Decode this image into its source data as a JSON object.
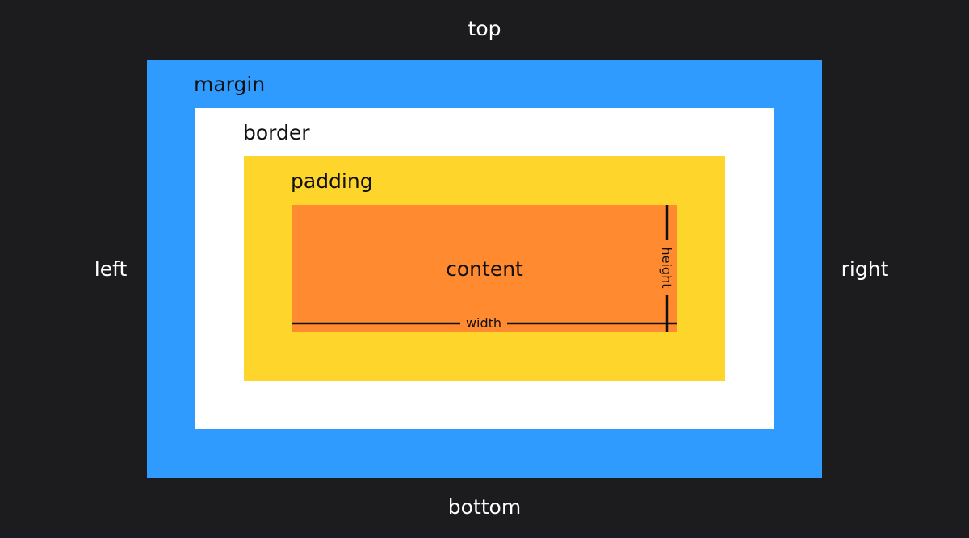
{
  "sides": {
    "top": "top",
    "bottom": "bottom",
    "left": "left",
    "right": "right"
  },
  "layers": {
    "margin": {
      "label": "margin",
      "color": "#2f9bff"
    },
    "border": {
      "label": "border",
      "color": "#ffffff"
    },
    "padding": {
      "label": "padding",
      "color": "#fed52b"
    },
    "content": {
      "label": "content",
      "color": "#ff8a30"
    }
  },
  "dimensions": {
    "width": "width",
    "height": "height"
  },
  "colors": {
    "background": "#1c1c1f",
    "line": "#111111"
  }
}
